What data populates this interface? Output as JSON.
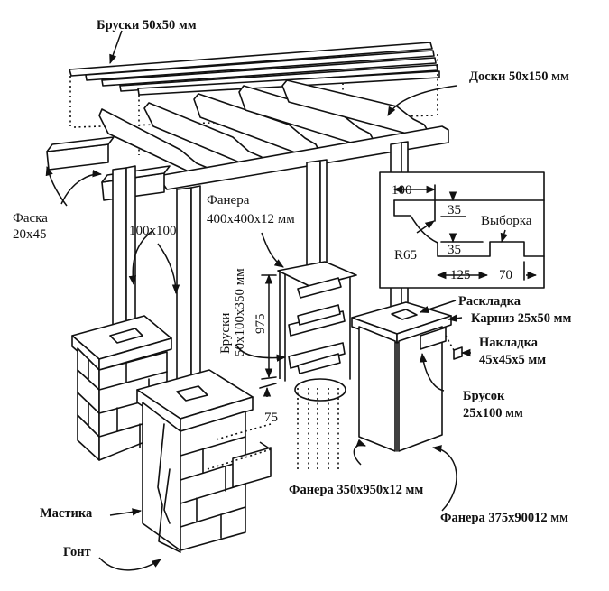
{
  "diagram": {
    "title": "Pergola assembly drawing",
    "labels": {
      "battens_top": "Бруски 50x50 мм",
      "boards": "Доски 50x150 мм",
      "chamfer_title": "Фаска",
      "chamfer_size": "20x45",
      "post_size": "100x100",
      "plywood_top_title": "Фанера",
      "plywood_top_size": "400x400x12 мм",
      "bars_title": "Бруски",
      "bars_size": "50x100x350 мм",
      "dim_975": "975",
      "dim_75": "75",
      "layout_strip": "Раскладка",
      "cornice": "Карниз 25x50 мм",
      "overlay_title": "Накладка",
      "overlay_size": "45x45x5 мм",
      "bar_title": "Брусок",
      "bar_size": "25x100 мм",
      "plywood_side_a": "Фанера 350x950x12 мм",
      "plywood_side_b": "Фанера 375x90012 мм",
      "mastic": "Мастика",
      "shingle": "Гонт"
    },
    "detail_inset": {
      "dim_width_top": "100",
      "dim_depth_1": "35",
      "dim_depth_2": "35",
      "radius": "R65",
      "notch_label": "Выборка",
      "dim_125": "125",
      "dim_70": "70"
    }
  }
}
